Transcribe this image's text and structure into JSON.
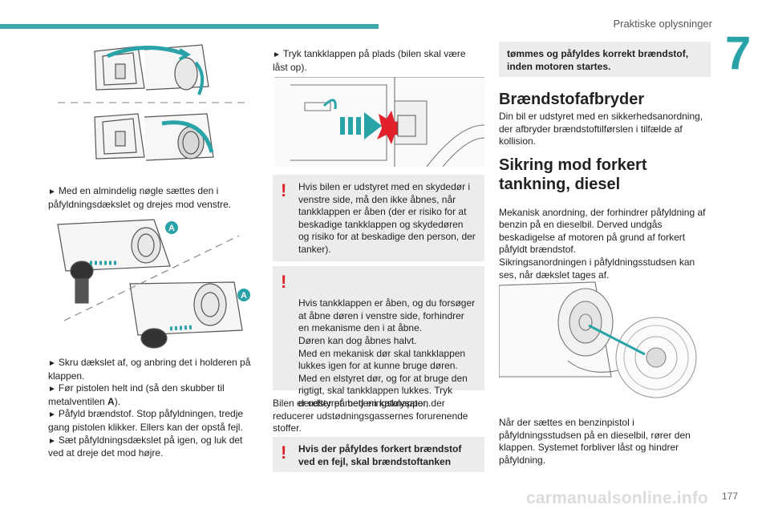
{
  "header": {
    "section": "Praktiske oplysninger",
    "chapter": "7"
  },
  "footer": {
    "page": "177",
    "watermark": "carmanualsonline.info"
  },
  "col1": {
    "step1": "Med en almindelig nøgle sættes den i påfyldningsdækslet og drejes mod venstre.",
    "step2a": "Skru dækslet af, og anbring det i holderen på klappen.",
    "step2b_pre": "Før pistolen helt ind (så den skubber til metalventilen ",
    "step2b_bold": "A",
    "step2b_post": ").",
    "step2c": "Påfyld brændstof. Stop påfyldningen, tredje gang pistolen klikker. Ellers kan der opstå fejl.",
    "step2d": "Sæt påfyldningsdækslet på igen, og luk det ved at dreje det mod højre.",
    "label_a": "A"
  },
  "col2": {
    "step": "Tryk tankklappen på plads (bilen skal være låst op).",
    "warn1": "Hvis bilen er udstyret med en skydedør i venstre side, må den ikke åbnes, når tankklappen er åben (der er risiko for at beskadige tankklappen og skydedøren og risiko for at beskadige den person, der tanker).",
    "warn2": "Hvis tankklappen er åben, og du forsøger at åbne døren i venstre side, forhindrer en mekanisme den i at åbne.\nDøren kan dog åbnes halvt.\nMed en mekanisk dør skal tankklappen lukkes igen for at kunne bruge døren.\nMed en elstyret dør, og for at bruge den rigtigt, skal tankklappen lukkes. Tryk derefter på betjeningsknappen.",
    "catalyst": "Bilen er udstyret med en katalysator, der reducerer udstødningsgassernes forurenende stoffer.",
    "warn3": "Hvis der påfyldes forkert brændstof ved en fejl, skal brændstoftanken"
  },
  "col3": {
    "cont": "tømmes og påfyldes korrekt brændstof, inden motoren startes.",
    "h_fuel_cut": "Brændstofafbryder",
    "fuel_cut_text": "Din bil er udstyret med en sikkerhedsanordning, der afbryder brændstoftilførslen i tilfælde af kollision.",
    "h_misfuel": "Sikring mod forkert tankning, diesel",
    "misfuel_text": "Mekanisk anordning, der forhindrer påfyldning af benzin på en dieselbil. Derved undgås beskadigelse af motoren på grund af forkert påfyldt brændstof.\nSikringsanordningen i påfyldningsstudsen kan ses, når dækslet tages af.",
    "misfuel_text2": "Når der sættes en benzinpistol i påfyldningsstudsen på en dieselbil, rører den klappen. Systemet forbliver låst og hindrer påfyldning."
  },
  "colors": {
    "accent": "#2aa3a8",
    "warning": "#e0202a",
    "box_bg": "#ececec"
  }
}
